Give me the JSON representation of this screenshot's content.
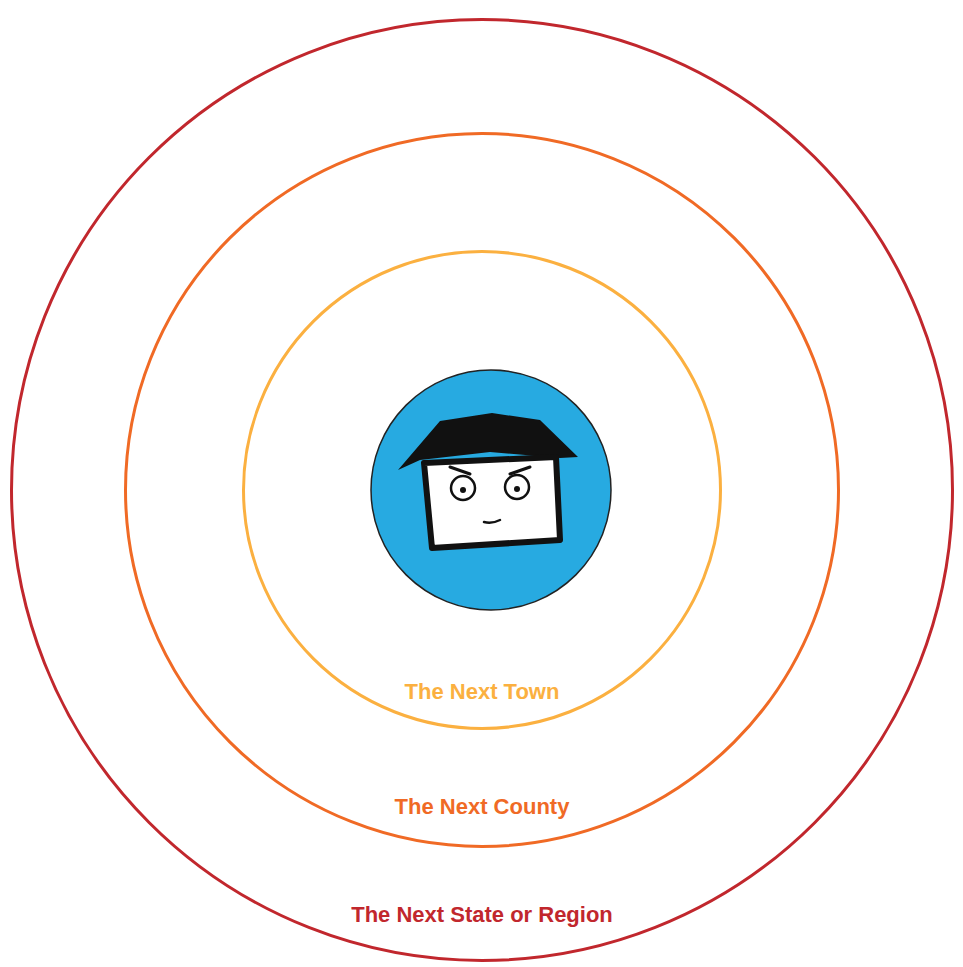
{
  "diagram": {
    "nodes": [
      {
        "text": [
          "The Next State or Region"
        ]
      },
      {
        "text": [
          "The Next County"
        ],
        "in": 0
      },
      {
        "text": [
          "The Next Town"
        ],
        "in": 1
      }
    ]
  }
}
